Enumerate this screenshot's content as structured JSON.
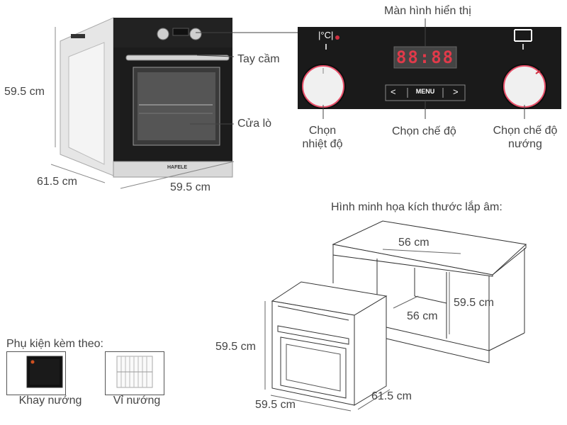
{
  "oven_view": {
    "height_label": "59.5 cm",
    "depth_label": "61.5 cm",
    "width_label": "59.5 cm",
    "handle_label": "Tay cầm",
    "door_label": "Cửa lò",
    "brand_text": "HAFELE"
  },
  "control_panel": {
    "display_label": "Màn hình hiển thị",
    "display_value": "88:88",
    "temp_unit": "|°C|",
    "menu_text": "MENU",
    "left_arrow": "<",
    "right_arrow": ">",
    "temp_knob_label_1": "Chọn",
    "temp_knob_label_2": "nhiệt độ",
    "mode_label": "Chọn chế độ",
    "grill_knob_label_1": "Chọn chế độ",
    "grill_knob_label_2": "nướng"
  },
  "installation": {
    "title": "Hình minh họa kích thước lắp âm:",
    "cabinet_width": "56 cm",
    "cabinet_depth": "56 cm",
    "cabinet_height": "59.5 cm",
    "oven_height": "59.5 cm",
    "oven_width": "59.5 cm",
    "oven_depth": "61.5 cm"
  },
  "accessories": {
    "title": "Phụ kiện kèm theo:",
    "items": [
      {
        "label": "Khay nướng",
        "icon": "baking-tray-icon"
      },
      {
        "label": "Vỉ nướng",
        "icon": "grill-rack-icon"
      }
    ]
  },
  "colors": {
    "panel_black": "#1a1a1a",
    "display_red": "#e03a4a",
    "knob_ring": "#e8506a"
  }
}
